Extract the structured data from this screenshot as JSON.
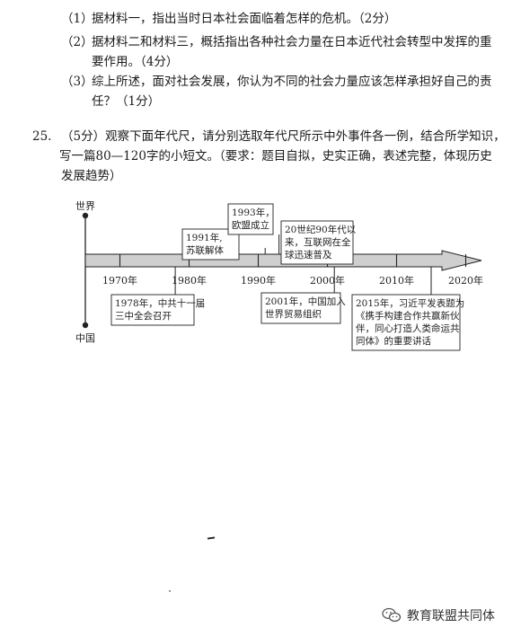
{
  "subquestions": [
    {
      "num": "（1）",
      "lines": [
        "据材料一，指出当时日本社会面临着怎样的危机。（2分）"
      ]
    },
    {
      "num": "（2）",
      "lines": [
        "据材料二和材料三，概括指出各种社会力量在日本近代社会转型中发挥的重",
        "要作用。（4分）"
      ]
    },
    {
      "num": "（3）",
      "lines": [
        "综上所述，面对社会发展，你认为不同的社会力量应该怎样承担好自己的责",
        "任？（1分）"
      ]
    }
  ],
  "question25": {
    "number": "25.",
    "lines": [
      "（5分）观察下面年代尺，请分别选取年代尺所示中外事件各一例，结合所学知识，",
      "写一篇80—120字的小短文。（要求：题目自拟，史实正确，表述完整，体现历史",
      "发展趋势）"
    ]
  },
  "timeline": {
    "world_label": "世界",
    "china_label": "中国",
    "ticks": [
      {
        "label": "1970年",
        "year": 1970
      },
      {
        "label": "1980年",
        "year": 1980
      },
      {
        "label": "1990年",
        "year": 1990
      },
      {
        "label": "2000年",
        "year": 2000
      },
      {
        "label": "2010年",
        "year": 2010
      },
      {
        "label": "2020年",
        "year": 2020
      }
    ],
    "world_events": [
      {
        "year": 1991,
        "lines": [
          "1991年,",
          "苏联解体"
        ]
      },
      {
        "year": 1993,
        "lines": [
          "1993年，",
          "欧盟成立"
        ]
      },
      {
        "year": 1995,
        "lines": [
          "20世纪90年代以",
          "来，互联网在全",
          "球迅速普及"
        ]
      }
    ],
    "china_events": [
      {
        "year": 1978,
        "lines": [
          "1978年，中共十一届",
          "三中全会召开"
        ]
      },
      {
        "year": 2001,
        "lines": [
          "2001年，中国加入",
          "世界贸易组织"
        ]
      },
      {
        "year": 2015,
        "lines": [
          "2015年，习近平发表题为",
          "《携手构建合作共赢新伙",
          "伴，同心打造人类命运共",
          "同体》的重要讲话"
        ]
      }
    ]
  },
  "footer": {
    "label": "教育联盟共同体",
    "icon": "wechat-icon"
  }
}
